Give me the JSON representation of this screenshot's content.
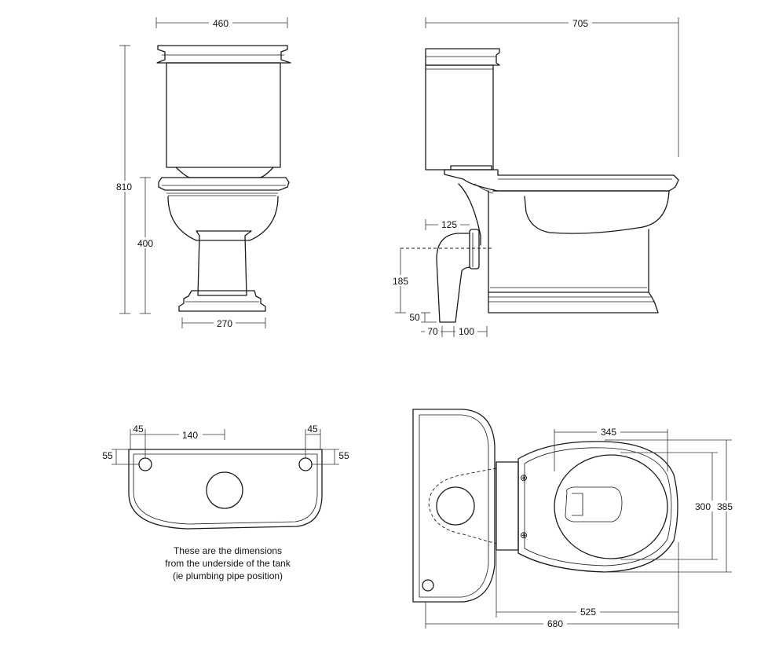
{
  "front_view": {
    "width_label": "460",
    "height_total_label": "810",
    "height_pan_label": "400",
    "base_width_label": "270"
  },
  "side_view": {
    "depth_label": "705",
    "outlet_offset_label": "125",
    "outlet_height_label": "185",
    "outlet_bottom_label": "50",
    "outlet_a_label": "70",
    "outlet_b_label": "100"
  },
  "tank_underside": {
    "left_edge_label": "45",
    "hole_spacing_label": "140",
    "right_edge_label": "45",
    "left_depth_label": "55",
    "right_depth_label": "55",
    "note_lines": [
      "These are the dimensions",
      "from the underside of the tank",
      "(ie plumbing pipe position)"
    ]
  },
  "plan_view": {
    "seat_width_label": "345",
    "seat_inner_label": "300",
    "seat_outer_label": "385",
    "pan_length_label": "525",
    "overall_length_label": "680"
  }
}
